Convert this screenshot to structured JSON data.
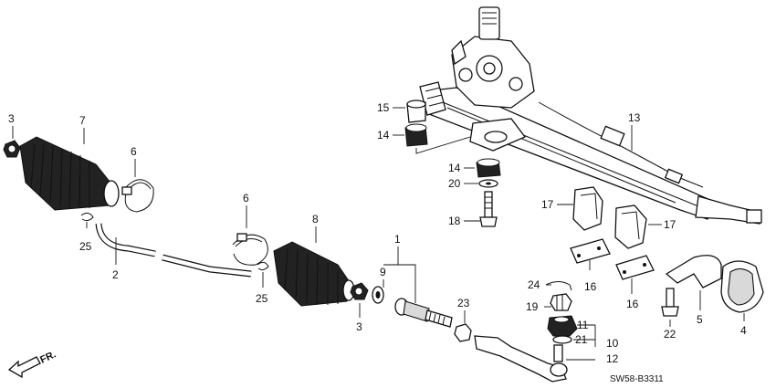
{
  "diagram": {
    "code": "SW58-B3311",
    "direction_label": "FR.",
    "callouts": [
      {
        "key": "p1",
        "text": "1"
      },
      {
        "key": "p2",
        "text": "2"
      },
      {
        "key": "p3a",
        "text": "3"
      },
      {
        "key": "p3b",
        "text": "3"
      },
      {
        "key": "p4",
        "text": "4"
      },
      {
        "key": "p5",
        "text": "5"
      },
      {
        "key": "p6a",
        "text": "6"
      },
      {
        "key": "p6b",
        "text": "6"
      },
      {
        "key": "p7",
        "text": "7"
      },
      {
        "key": "p8",
        "text": "8"
      },
      {
        "key": "p9",
        "text": "9"
      },
      {
        "key": "p10",
        "text": "10"
      },
      {
        "key": "p11",
        "text": "11"
      },
      {
        "key": "p12",
        "text": "12"
      },
      {
        "key": "p13",
        "text": "13"
      },
      {
        "key": "p14a",
        "text": "14"
      },
      {
        "key": "p14b",
        "text": "14"
      },
      {
        "key": "p15",
        "text": "15"
      },
      {
        "key": "p16a",
        "text": "16"
      },
      {
        "key": "p16b",
        "text": "16"
      },
      {
        "key": "p17a",
        "text": "17"
      },
      {
        "key": "p17b",
        "text": "17"
      },
      {
        "key": "p18",
        "text": "18"
      },
      {
        "key": "p19",
        "text": "19"
      },
      {
        "key": "p20",
        "text": "20"
      },
      {
        "key": "p21",
        "text": "21"
      },
      {
        "key": "p22",
        "text": "22"
      },
      {
        "key": "p23",
        "text": "23"
      },
      {
        "key": "p24",
        "text": "24"
      },
      {
        "key": "p25a",
        "text": "25"
      },
      {
        "key": "p25b",
        "text": "25"
      }
    ]
  }
}
